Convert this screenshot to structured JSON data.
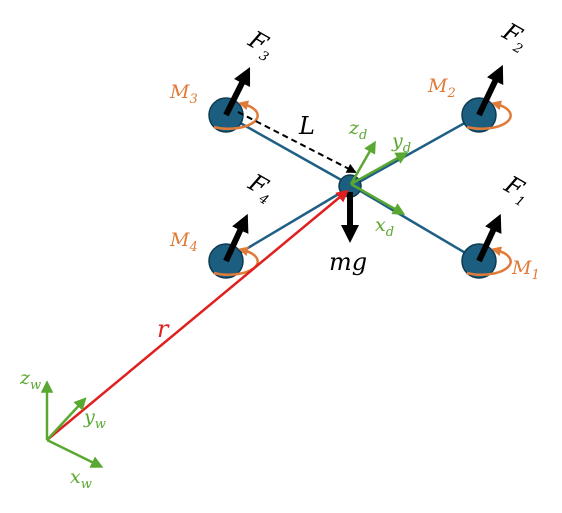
{
  "colors": {
    "arm": "#1f5f85",
    "rotor": "#1b5e80",
    "thrust": "#000000",
    "moment": "#e07b39",
    "frame": "#5aa832",
    "position_vector": "#e01f1f",
    "distance": "#000000"
  },
  "labels": {
    "F1": {
      "base": "F",
      "sub": "1"
    },
    "F2": {
      "base": "F",
      "sub": "2"
    },
    "F3": {
      "base": "F",
      "sub": "3"
    },
    "F4": {
      "base": "F",
      "sub": "4"
    },
    "M1": {
      "base": "M",
      "sub": "1"
    },
    "M2": {
      "base": "M",
      "sub": "2"
    },
    "M3": {
      "base": "M",
      "sub": "3"
    },
    "M4": {
      "base": "M",
      "sub": "4"
    },
    "L": "L",
    "mg": "mg",
    "r": "r",
    "zd": {
      "base": "z",
      "sub": "d"
    },
    "yd": {
      "base": "y",
      "sub": "d"
    },
    "xd": {
      "base": "x",
      "sub": "d"
    },
    "zw": {
      "base": "z",
      "sub": "w"
    },
    "yw": {
      "base": "y",
      "sub": "w"
    },
    "xw": {
      "base": "x",
      "sub": "w"
    }
  },
  "icons": {
    "rotor": "rotor-disk-icon",
    "moment": "curved-arrow-icon"
  }
}
